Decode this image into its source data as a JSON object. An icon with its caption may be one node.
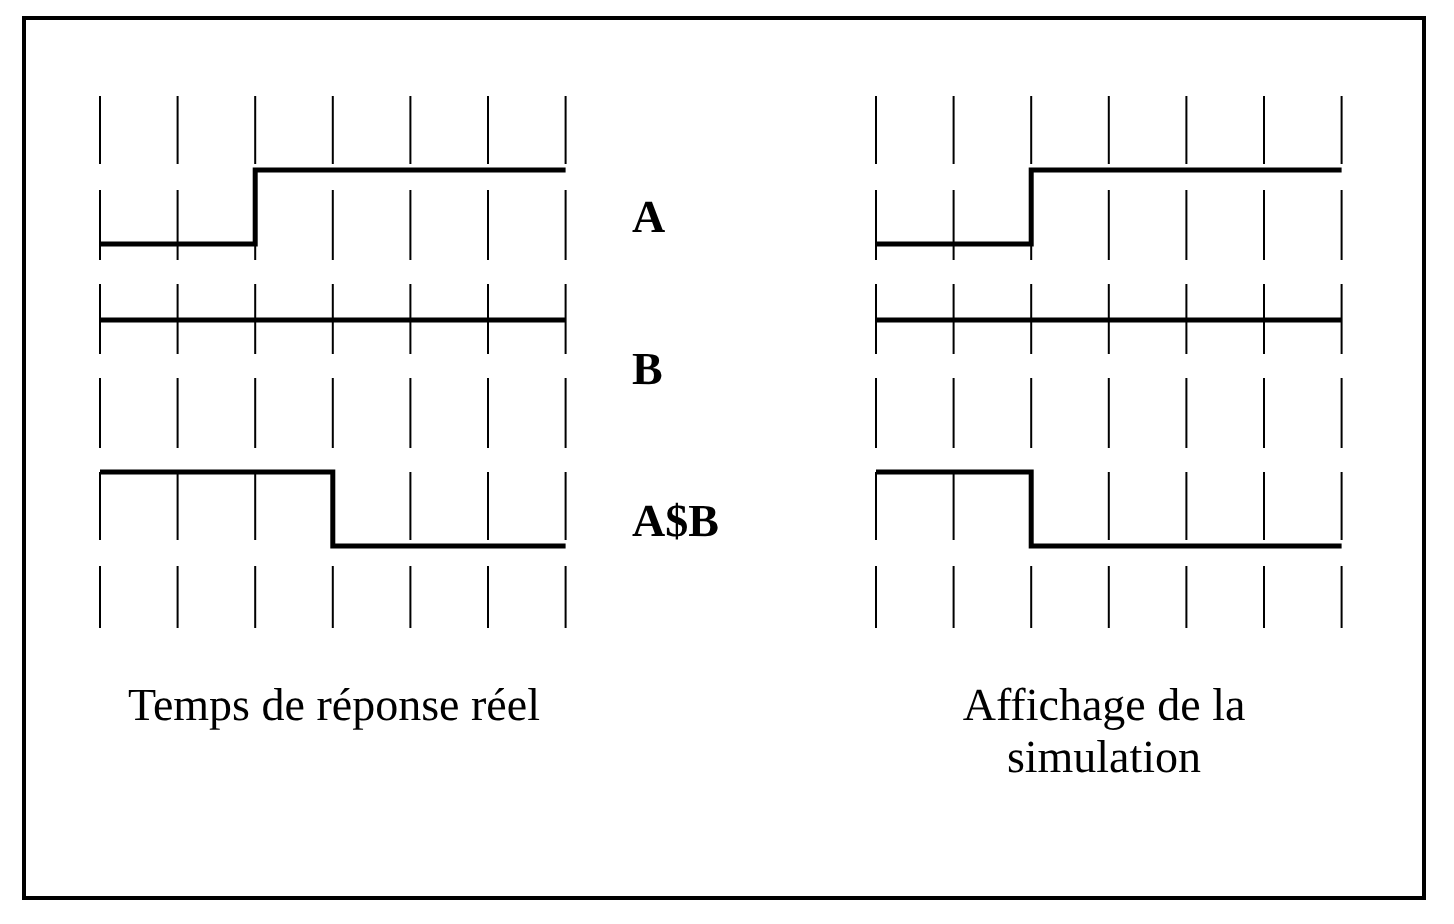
{
  "diagram": {
    "labels": [
      "A",
      "B",
      "A$B",
      "Temps de réponse réel",
      "Affichage de la simulation"
    ]
  }
}
